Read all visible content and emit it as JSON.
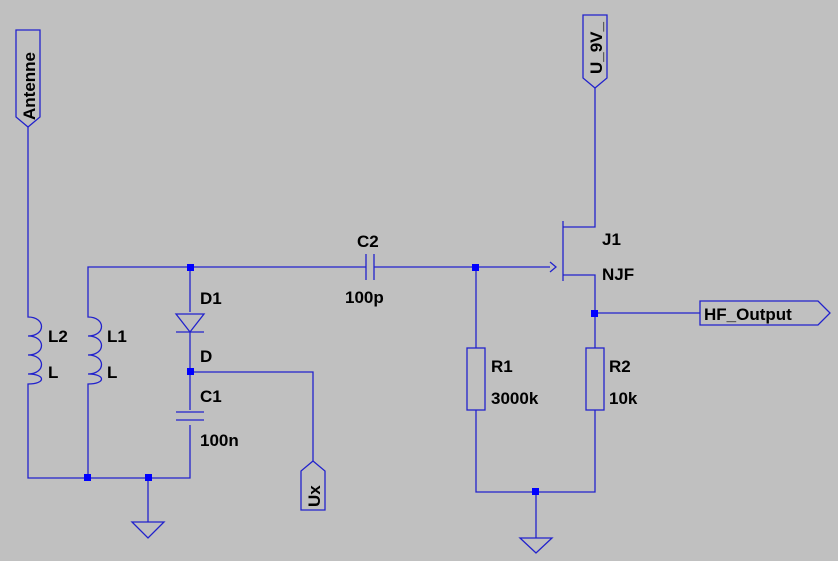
{
  "background_color": "#c0c0c0",
  "wire_color": "#2222cc",
  "junction_color": "#0000ff",
  "ports": {
    "antenna": "Antenne",
    "supply": "U_9V_",
    "ux": "Ux",
    "hf_output": "HF_Output"
  },
  "components": {
    "l2": {
      "name": "L2",
      "value": "L"
    },
    "l1": {
      "name": "L1",
      "value": "L"
    },
    "d1": {
      "name": "D1",
      "value": "D"
    },
    "c1": {
      "name": "C1",
      "value": "100n"
    },
    "c2": {
      "name": "C2",
      "value": "100p"
    },
    "r1": {
      "name": "R1",
      "value": "3000k"
    },
    "r2": {
      "name": "R2",
      "value": "10k"
    },
    "j1": {
      "name": "J1",
      "value": "NJF"
    }
  },
  "symbols": {
    "ground": "ground-icon",
    "junction": "junction-dot-icon"
  }
}
